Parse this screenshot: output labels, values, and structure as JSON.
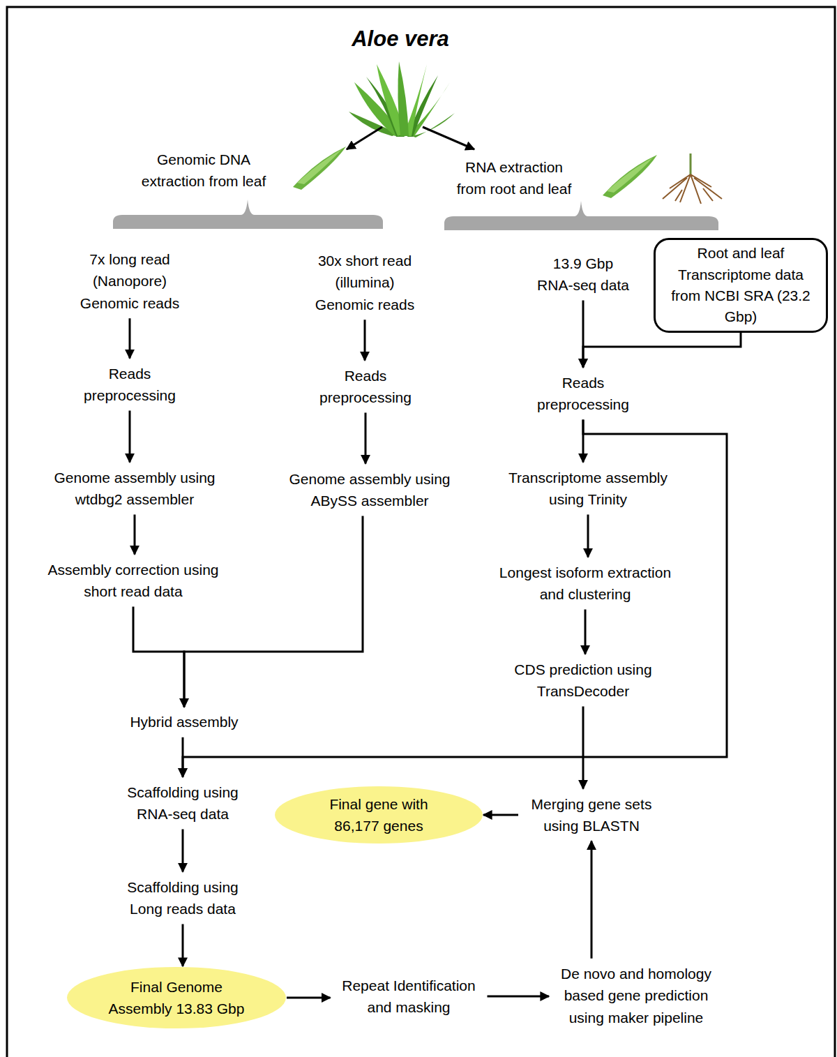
{
  "diagram": {
    "title": "Aloe vera",
    "nodes": [
      {
        "text": [
          "Genomic DNA extraction from leaf"
        ]
      },
      {
        "text": [
          "RNA extraction from root and leaf"
        ]
      },
      {
        "text": [
          "7x long read (Nanopore) Genomic reads"
        ]
      },
      {
        "text": [
          "30x short read (illumina) Genomic reads"
        ]
      },
      {
        "text": [
          "13.9 Gbp RNA-seq data"
        ]
      },
      {
        "text": [
          "Root and leaf Transcriptome data from NCBI SRA (23.2 Gbp)"
        ]
      },
      {
        "text": [
          "Reads preprocessing"
        ]
      },
      {
        "text": [
          "Reads preprocessing"
        ]
      },
      {
        "text": [
          "Reads preprocessing"
        ]
      },
      {
        "text": [
          "Genome assembly using wtdbg2 assembler"
        ]
      },
      {
        "text": [
          "Genome assembly using ABySS assembler"
        ]
      },
      {
        "text": [
          "Transcriptome assembly using Trinity"
        ]
      },
      {
        "text": [
          "Assembly correction using short read data"
        ]
      },
      {
        "text": [
          "Longest isoform extraction and clustering"
        ]
      },
      {
        "text": [
          "CDS prediction using TransDecoder"
        ]
      },
      {
        "text": [
          "Hybrid assembly"
        ]
      },
      {
        "text": [
          "Scaffolding using RNA-seq data"
        ]
      },
      {
        "text": [
          "Final gene with 86,177 genes"
        ]
      },
      {
        "text": [
          "Merging gene sets using BLASTN"
        ]
      },
      {
        "text": [
          "Scaffolding using Long reads data"
        ]
      },
      {
        "text": [
          "Final Genome Assembly 13.83 Gbp"
        ]
      },
      {
        "text": [
          "Repeat Identification and masking"
        ]
      },
      {
        "text": [
          "De novo and homology based gene prediction using maker pipeline"
        ]
      }
    ],
    "edges": [
      {
        "from": 2,
        "to": 6,
        "arrow": "to"
      },
      {
        "from": 3,
        "to": 7,
        "arrow": "to"
      },
      {
        "from": 4,
        "to": 8,
        "arrow": "to"
      },
      {
        "from": 5,
        "to": 8,
        "arrow": "to"
      },
      {
        "from": 6,
        "to": 9,
        "arrow": "to"
      },
      {
        "from": 7,
        "to": 10,
        "arrow": "to"
      },
      {
        "from": 8,
        "to": 11,
        "arrow": "to"
      },
      {
        "from": 9,
        "to": 12,
        "arrow": "to"
      },
      {
        "from": 11,
        "to": 13,
        "arrow": "to"
      },
      {
        "from": 12,
        "to": 15,
        "arrow": "to"
      },
      {
        "from": 10,
        "to": 15,
        "arrow": "to"
      },
      {
        "from": 13,
        "to": 14,
        "arrow": "to"
      },
      {
        "from": 14,
        "to": 18,
        "arrow": "to"
      },
      {
        "from": 15,
        "to": 16,
        "arrow": "to"
      },
      {
        "from": 8,
        "to": 16,
        "arrow": "to"
      },
      {
        "from": 16,
        "to": 19,
        "arrow": "to"
      },
      {
        "from": 19,
        "to": 20,
        "arrow": "to"
      },
      {
        "from": 20,
        "to": 21,
        "arrow": "to"
      },
      {
        "from": 21,
        "to": 22,
        "arrow": "to"
      },
      {
        "from": 22,
        "to": 18,
        "arrow": "to"
      },
      {
        "from": 18,
        "to": 17,
        "arrow": "to"
      }
    ]
  }
}
